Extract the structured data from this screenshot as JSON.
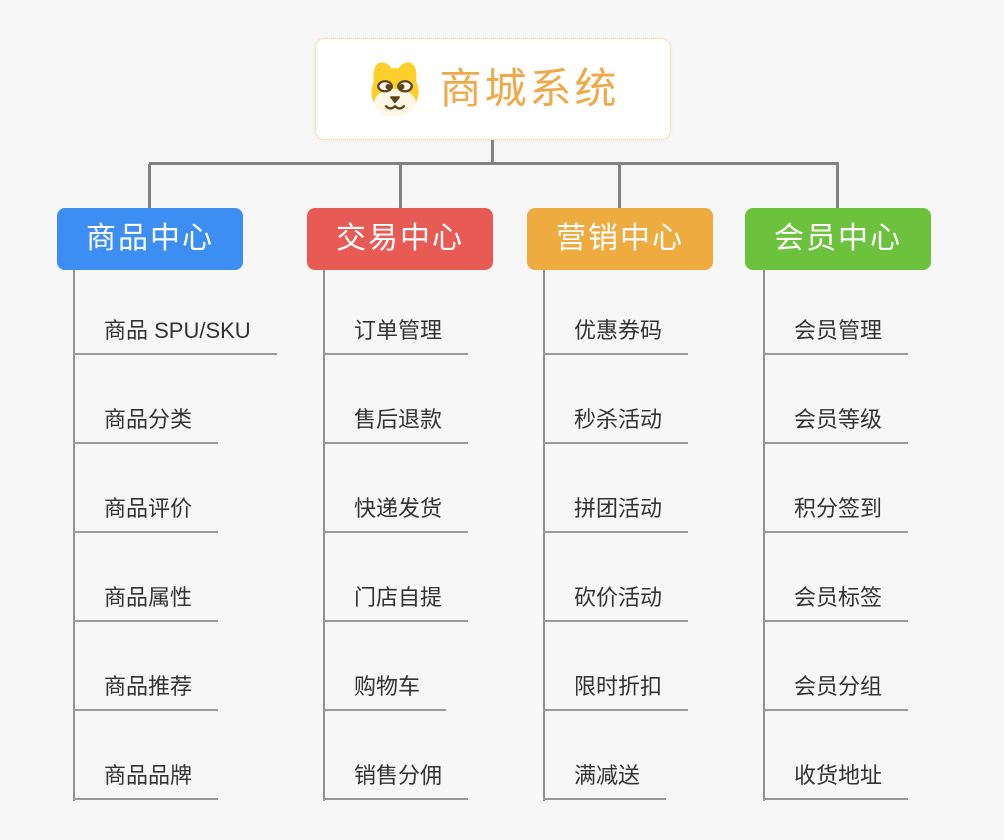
{
  "diagram": {
    "background": "#f7f7f7",
    "connector_color": "#828282",
    "trunk_color": "#909090"
  },
  "root": {
    "label": "商城系统",
    "icon": "shiba-dog-icon",
    "text_color": "#f0a948",
    "border_color": "#f5c36e"
  },
  "branches": [
    {
      "label": "商品中心",
      "color": "#3d8ef2",
      "items": [
        "商品 SPU/SKU",
        "商品分类",
        "商品评价",
        "商品属性",
        "商品推荐",
        "商品品牌"
      ]
    },
    {
      "label": "交易中心",
      "color": "#e85b55",
      "items": [
        "订单管理",
        "售后退款",
        "快递发货",
        "门店自提",
        "购物车",
        "销售分佣"
      ]
    },
    {
      "label": "营销中心",
      "color": "#edab40",
      "items": [
        "优惠券码",
        "秒杀活动",
        "拼团活动",
        "砍价活动",
        "限时折扣",
        "满减送"
      ]
    },
    {
      "label": "会员中心",
      "color": "#6cc23d",
      "items": [
        "会员管理",
        "会员等级",
        "积分签到",
        "会员标签",
        "会员分组",
        "收货地址"
      ]
    }
  ]
}
